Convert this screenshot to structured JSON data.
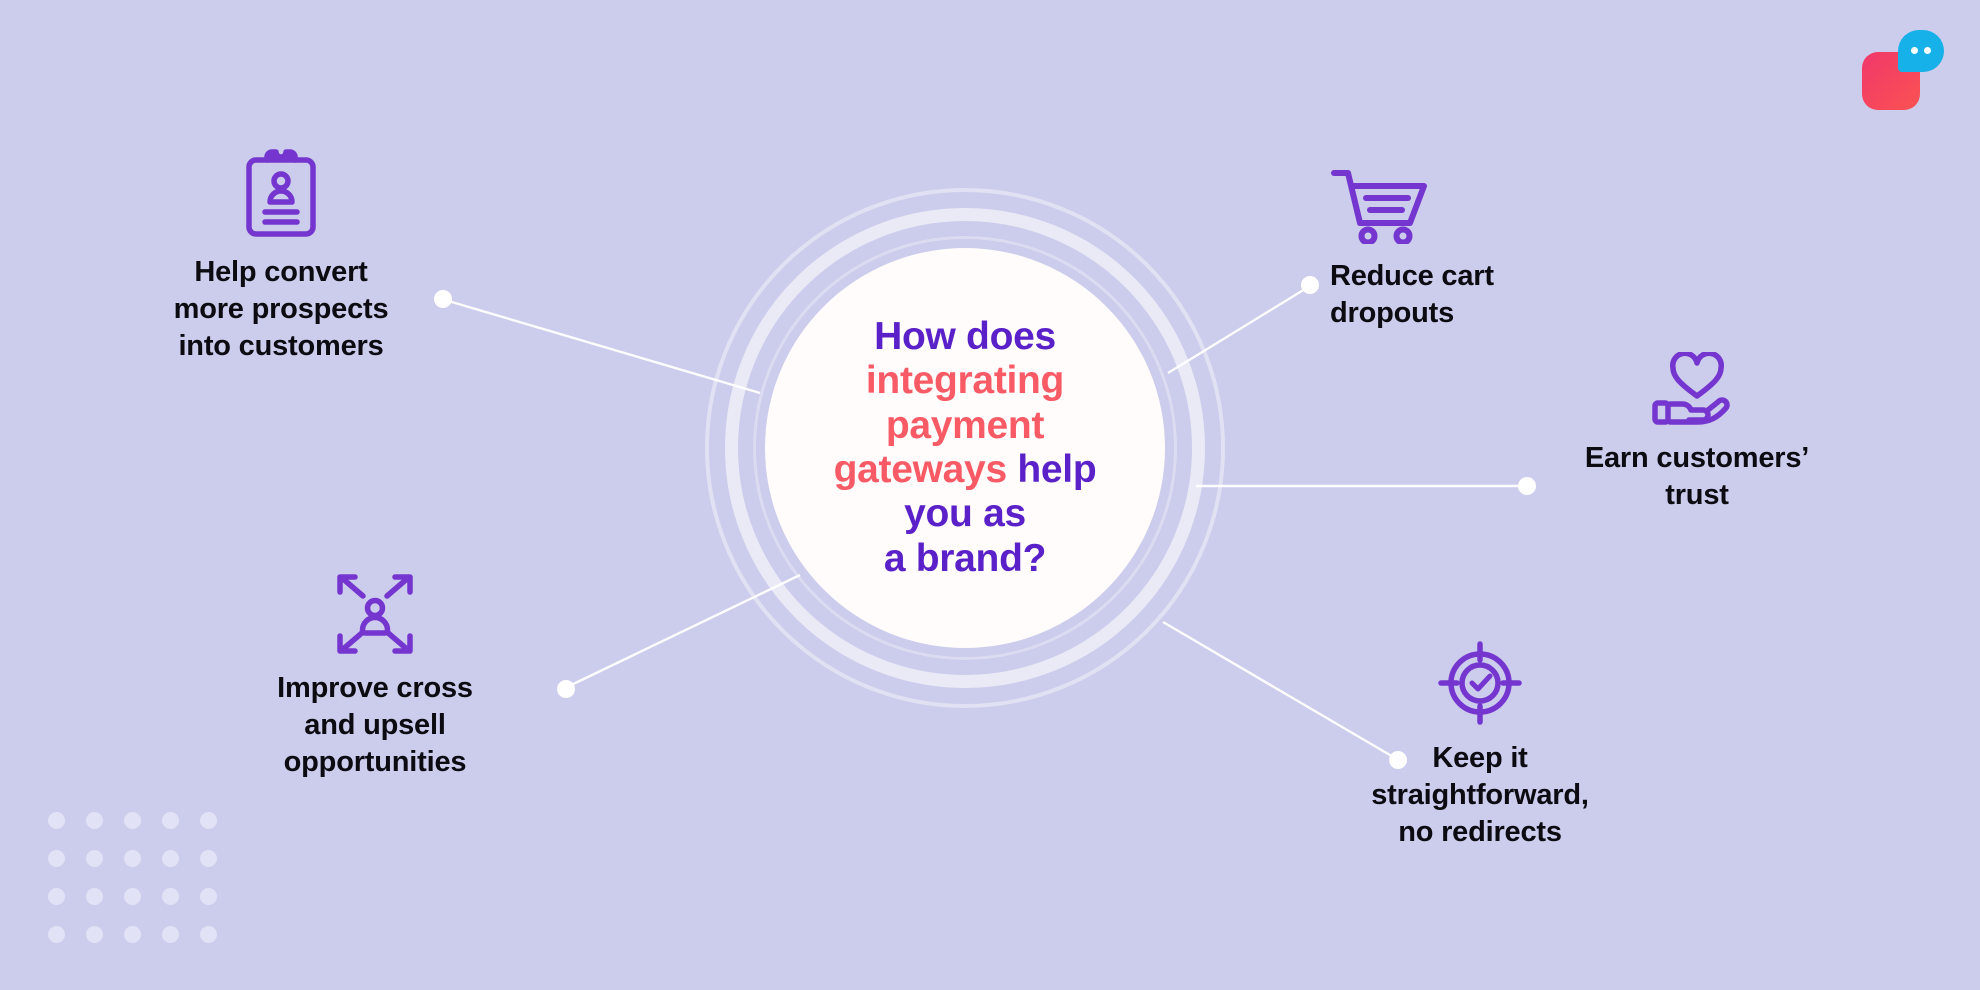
{
  "page": {
    "background_color": "#ccccec",
    "title_accent_purple": "#5b21c9",
    "title_accent_coral": "#f95b66",
    "icon_color": "#7536cf",
    "label_color": "#0b0b11",
    "connector_color": "#ffffff"
  },
  "logo": {
    "name": "chat-logo",
    "square_color": "#f1386b",
    "bubble_color": "#16b1e8",
    "dots": 2
  },
  "hub": {
    "line1": "How does",
    "line2": "integrating",
    "line3": "payment",
    "line4a": "gateways ",
    "line4b": "help",
    "line5": "you as",
    "line6": "a brand?",
    "full_text": "How does integrating payment gateways help you as a brand?"
  },
  "nodes": [
    {
      "id": "convert",
      "icon": "clipboard-person-icon",
      "label": "Help convert\nmore prospects\ninto customers",
      "position": "top-left"
    },
    {
      "id": "crosssell",
      "icon": "person-expand-arrows-icon",
      "label": "Improve cross\nand upsell\nopportunities",
      "position": "bottom-left"
    },
    {
      "id": "cart",
      "icon": "shopping-cart-icon",
      "label": "Reduce cart\ndropouts",
      "position": "top-right"
    },
    {
      "id": "trust",
      "icon": "heart-in-hand-icon",
      "label": "Earn customers’\ntrust",
      "position": "right"
    },
    {
      "id": "keep",
      "icon": "target-check-icon",
      "label": "Keep it\nstraightforward,\nno redirects",
      "position": "bottom-right"
    }
  ],
  "decor": {
    "dot_grid_columns": 5,
    "dot_grid_rows": 4,
    "dot_color": "#e2e2f6"
  }
}
